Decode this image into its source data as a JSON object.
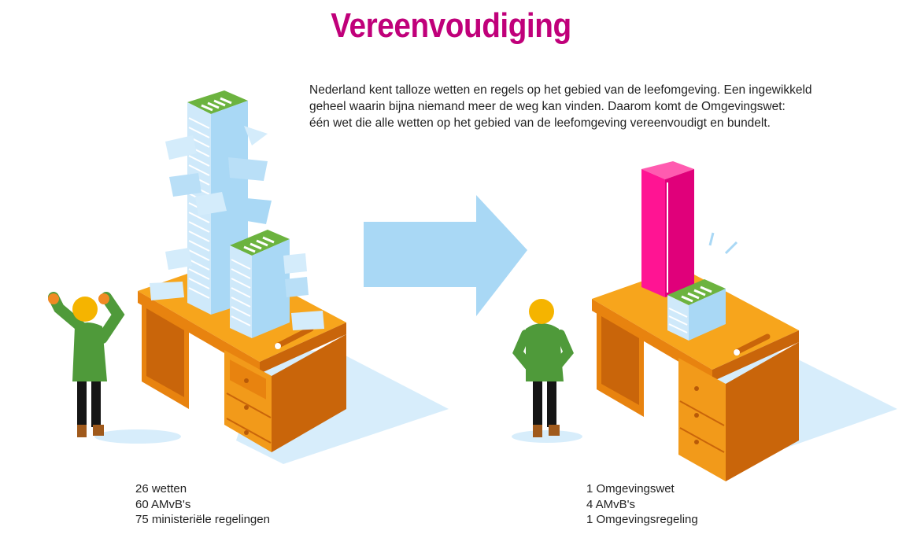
{
  "title": "Vereenvoudiging",
  "intro": {
    "lines": [
      "Nederland kent talloze wetten en regels op het gebied van de leefomgeving. Een ingewikkeld",
      "geheel waarin bijna niemand meer de weg kan vinden. Daarom komt de Omgevingswet:",
      "één wet die alle wetten op het gebied van de leefomgeving vereenvoudigt en bundelt."
    ]
  },
  "before": {
    "lines": [
      "26 wetten",
      "60 AMvB's",
      "75 ministeriële regelingen"
    ]
  },
  "after": {
    "lines": [
      "1 Omgevingswet",
      "4 AMvB's",
      "1 Omgevingsregeling"
    ]
  },
  "colors": {
    "title": "#c0007a",
    "desk_top": "#f7a51c",
    "desk_side": "#e8830f",
    "desk_dark": "#c9650a",
    "paper": "#a9d8f5",
    "paper_light": "#d4ecfb",
    "folder_green": "#6cb33f",
    "law_pink": "#ff1493",
    "shadow": "#d7edfb",
    "jacket": "#4f9a3a",
    "hair": "#f5b400"
  }
}
